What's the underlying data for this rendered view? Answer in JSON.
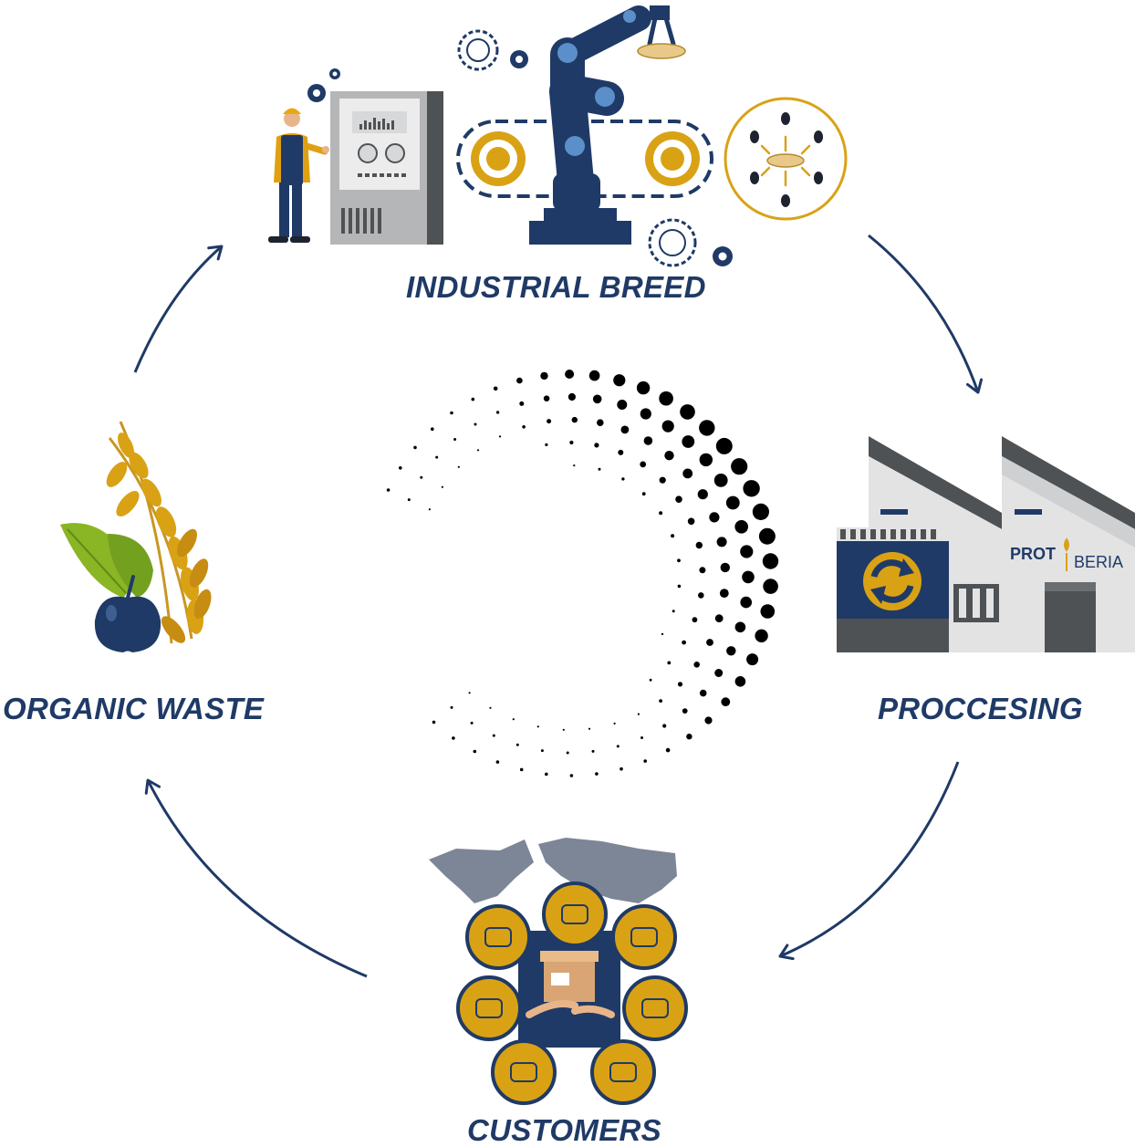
{
  "stages": {
    "breed": "INDUSTRIAL BREED",
    "processing": "PROCCESING",
    "customers": "CUSTOMERS",
    "waste": "ORGANIC WASTE"
  },
  "factory": {
    "brand_left": "PROT",
    "brand_right": "BERIA"
  },
  "colors": {
    "navy": "#1f3a66",
    "gold": "#d9a215",
    "grey_light": "#e3e3e4",
    "grey_dark": "#4f5254",
    "map_grey": "#7c8697"
  }
}
